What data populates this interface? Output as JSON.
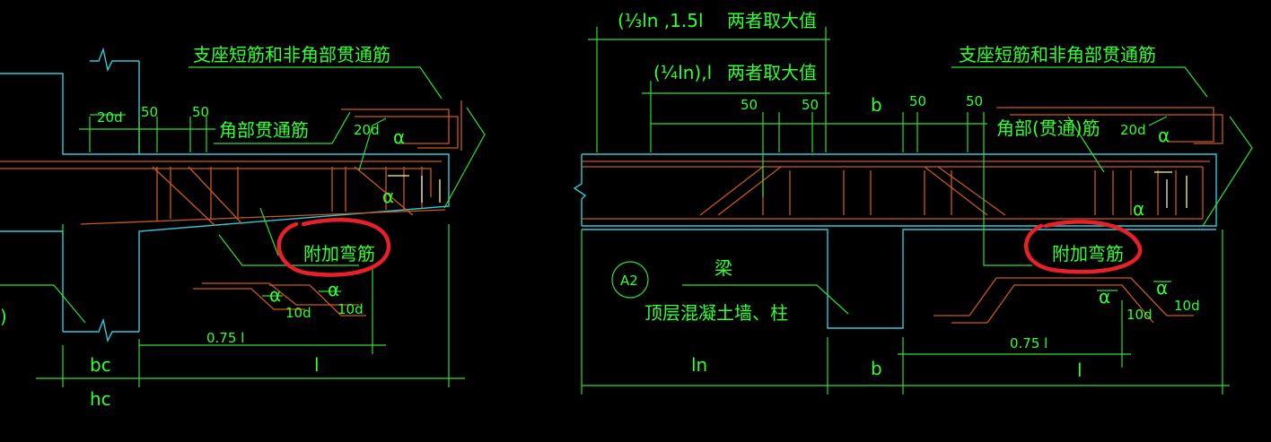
{
  "colors": {
    "background": "#000000",
    "annotation": "#33ff33",
    "outline": "#33c8d8",
    "rebar": "#c85a20",
    "highlight": "#e8202a"
  },
  "left": {
    "support_label": "支座短筋和非角部贯通筋",
    "corner_label": "角部贯通筋",
    "dim_20d_top": "20d",
    "dim_50_a": "50",
    "dim_50_b": "50",
    "dim_20d_right": "20d",
    "alpha_a": "α",
    "alpha_b": "α",
    "extra_bar_label": "附加弯筋",
    "alpha_c": "α",
    "alpha_d": "α",
    "dim_10d_a": "10d",
    "dim_10d_b": "10d",
    "dim_075l": "0.75 l",
    "dim_bc": "bc",
    "dim_l": "l",
    "dim_hc": "hc",
    "paren": ")"
  },
  "right": {
    "formula1": "(⅓ln ,1.5l",
    "formula1_note": "两者取大值",
    "formula2": "(¼ln),l",
    "formula2_note": "两者取大值",
    "support_label": "支座短筋和非角部贯通筋",
    "dim_50_a": "50",
    "dim_50_b": "50",
    "dim_b_top": "b",
    "dim_50_c": "50",
    "dim_50_d": "50",
    "corner_label": "角部(贯通)筋",
    "dim_20d": "20d",
    "alpha_a": "α",
    "alpha_b": "α",
    "extra_bar_label": "附加弯筋",
    "section_mark": "A2",
    "beam_label": "梁",
    "wall_label": "顶层混凝土墙、柱",
    "alpha_c": "α",
    "alpha_d": "α",
    "dim_10d_a": "10d",
    "dim_10d_b": "10d",
    "dim_075l": "0.75 l",
    "dim_ln": "ln",
    "dim_b_bottom": "b",
    "dim_l": "l"
  }
}
